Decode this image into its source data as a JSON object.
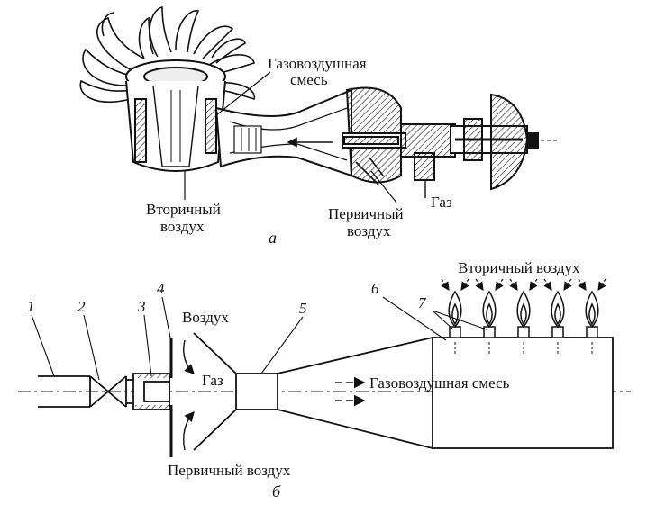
{
  "figure_a": {
    "label_mixture_line1": "Газовоздушная",
    "label_mixture_line2": "смесь",
    "label_secondary_air_line1": "Вторичный",
    "label_secondary_air_line2": "воздух",
    "label_primary_air_line1": "Первичный",
    "label_primary_air_line2": "воздух",
    "label_gas": "Газ",
    "caption": "а"
  },
  "figure_b": {
    "label_secondary_air": "Вторичный воздух",
    "label_air": "Воздух",
    "label_gas": "Газ",
    "label_mixture": "Газовоздушная смесь",
    "label_primary_air": "Первичный воздух",
    "callouts": [
      "1",
      "2",
      "3",
      "4",
      "5",
      "6",
      "7"
    ],
    "caption": "б"
  },
  "colors": {
    "ink": "#111111",
    "paper": "#ffffff",
    "hatch": "#333333"
  }
}
